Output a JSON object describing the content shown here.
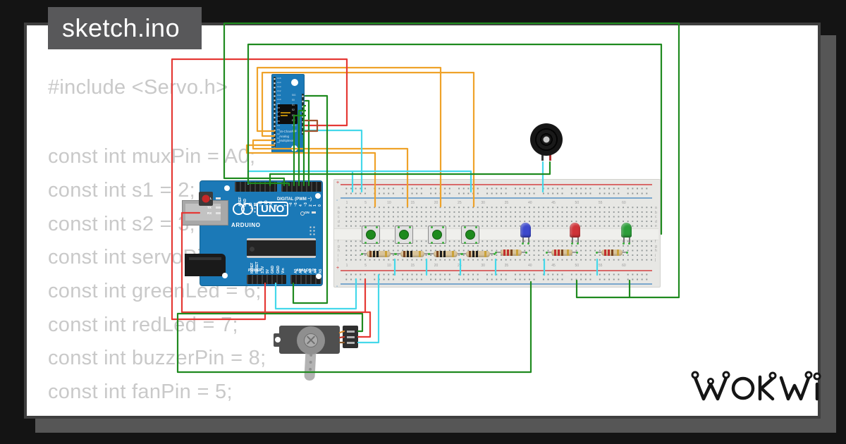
{
  "title": {
    "text": "sketch.ino"
  },
  "code": {
    "lines": [
      "#include <Servo.h>",
      "const int muxPin = A0;",
      "const int s1 = 2;",
      "const int s2 = 3;",
      "const int servoPin = 9;",
      "const int greenLed = 6;",
      "const int redLed = 7;",
      "const int buzzerPin = 8;",
      "const int fanPin = 5;"
    ]
  },
  "colors": {
    "frame_bg": "#141414",
    "card_bg": "#ffffff",
    "card_border": "#3f3f3f",
    "shadow": "#565656",
    "title_bg": "#58585a",
    "code_text": "#c9c9c9",
    "board_blue": "#1b79b7",
    "breadboard": "#e7e7e4",
    "wire_green": "#1f8a1f",
    "wire_red": "#e53935",
    "wire_orange": "#efa229",
    "wire_cyan": "#45d8ea",
    "wire_brown": "#a0522d",
    "rail_red": "#d96a6a",
    "rail_blue": "#7aa7cc"
  },
  "arduino": {
    "brand": "ARDUINO",
    "model": "UNO",
    "digital_label": "DIGITAL (PWM ~)",
    "power_label": "POWER",
    "analog_label": "ANALOG IN",
    "on_label": "ON",
    "l_label": "L",
    "tx_label": "TX",
    "rx_label": "RX",
    "digital_pins_left": [
      "AREF",
      "GND",
      "13",
      "12",
      "~11",
      "~10",
      "~9",
      "8"
    ],
    "digital_pins_right": [
      "7",
      "~6",
      "~5",
      "4",
      "~3",
      "2",
      "1",
      "0"
    ],
    "power_pins": [
      "IOREF",
      "RESET",
      "3.3V",
      "5V",
      "GND",
      "GND",
      "Vin"
    ],
    "analog_pins": [
      "A0",
      "A1",
      "A2",
      "A3",
      "A4",
      "A5"
    ]
  },
  "mux": {
    "title_lines": [
      "16-Channel",
      "Analog",
      "Multiplexer"
    ],
    "right_pins": [
      "SIG",
      "S0",
      "S1",
      "S2",
      "S3",
      "EN",
      "VCC",
      "GND"
    ],
    "left_pins": [
      "C15",
      "C14",
      "C13",
      "C12",
      "C11",
      "C10",
      "C9",
      "C8",
      "C7",
      "C6",
      "C5",
      "C4",
      "C3",
      "C2",
      "C1",
      "C0"
    ]
  },
  "breadboard": {
    "column_numbers": [
      "1",
      "5",
      "10",
      "15",
      "20",
      "25",
      "30",
      "35",
      "40",
      "45",
      "50",
      "55",
      "60"
    ],
    "row_letters_top": [
      "a",
      "b",
      "c",
      "d",
      "e"
    ],
    "row_letters_bottom": [
      "f",
      "g",
      "h",
      "i",
      "j"
    ],
    "plus": "+",
    "minus": "-"
  },
  "components": {
    "buttons": {
      "count": 4,
      "cap_color": "#1e8a1e"
    },
    "leds": [
      {
        "name": "blue-led",
        "color": "#3c49cc"
      },
      {
        "name": "red-led",
        "color": "#cf3338"
      },
      {
        "name": "green-led",
        "color": "#2c9d39"
      }
    ],
    "resistors": {
      "left_bands": [
        "#7a4520",
        "#1d1d1d",
        "#1d1d1d",
        "#caa23a"
      ],
      "right_bands": [
        "#c22f2f",
        "#c22f2f",
        "#7a4520",
        "#caa23a"
      ]
    }
  },
  "logo": {
    "text": "WOKWI"
  }
}
